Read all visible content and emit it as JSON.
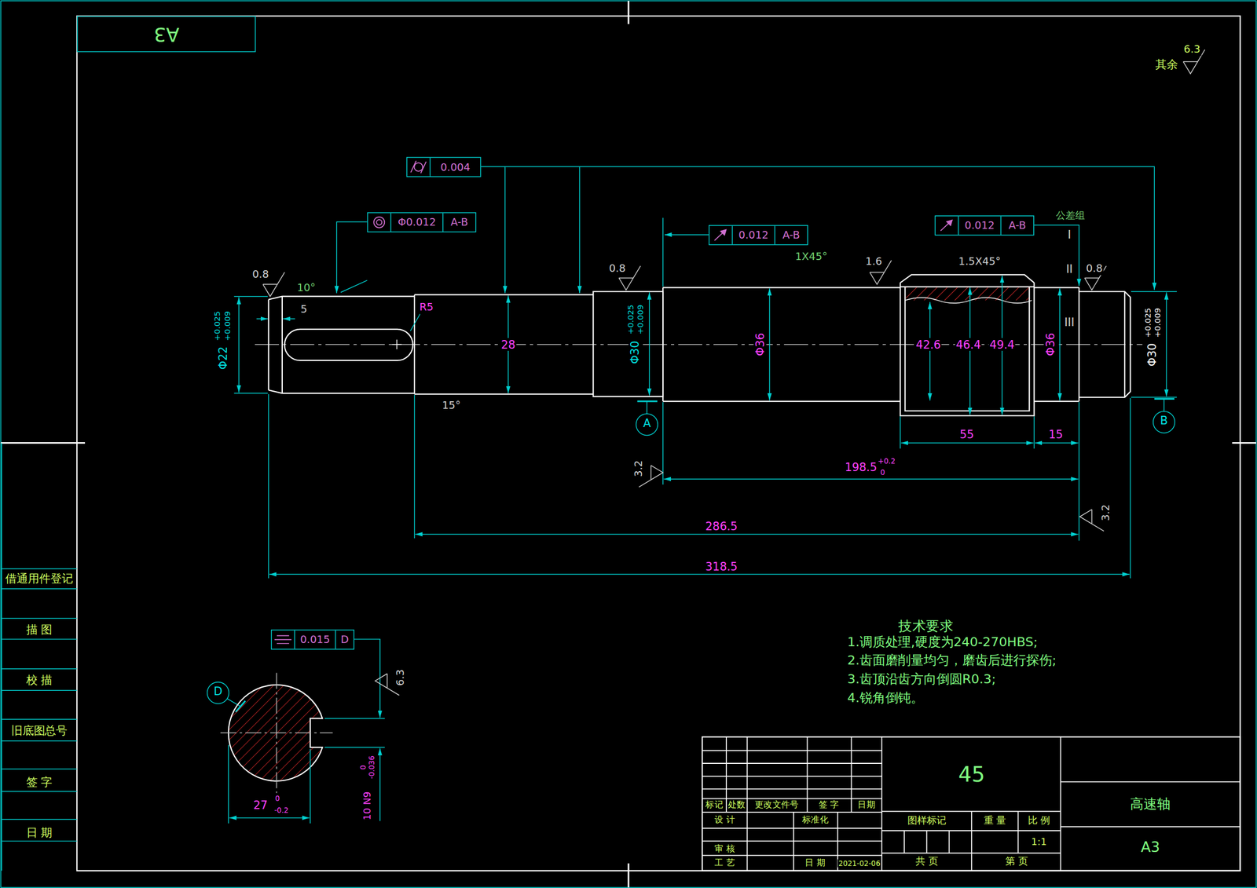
{
  "diagram": {
    "nodes": [
      {
        "text": [
          "A3"
        ]
      },
      {
        "text": [
          "0.004"
        ]
      },
      {
        "text": [
          "Φ0.012",
          "A-B"
        ]
      },
      {
        "text": [
          "0.012",
          "A-B"
        ]
      },
      {
        "text": [
          "0.012",
          "A-B"
        ]
      },
      {
        "text": [
          "A"
        ]
      },
      {
        "text": [
          "B"
        ]
      },
      {
        "text": [
          "0.015",
          "D"
        ]
      },
      {
        "text": [
          "D"
        ]
      }
    ],
    "labels": [
      "其余",
      "6.3",
      "0.8",
      "10°",
      "5",
      "R5",
      "Φ22",
      "+0.025",
      "+0.009",
      "28",
      "15°",
      "0.8",
      "Φ30",
      "+0.025",
      "+0.009",
      "1X45°",
      "Φ36",
      "1.6",
      "1.5X45°",
      "42.6",
      "46.4",
      "49.4",
      "Φ36",
      "公差组",
      "I",
      "II",
      "III",
      "0.8",
      "Φ30",
      "+0.025",
      "+0.009",
      "55",
      "15",
      "3.2",
      "198.5",
      "+0.2",
      "0",
      "3.2",
      "286.5",
      "318.5",
      "6.3",
      "27",
      "0",
      "-0.2",
      "10 N9",
      "0",
      "-0.036",
      "技术要求",
      "1.调质处理,硬度为240-270HBS;",
      "2.齿面磨削量均匀，磨齿后进行探伤;",
      "3.齿顶沿齿方向倒圆R0.3;",
      "4.锐角倒钝。",
      "借通用件登记",
      "描 图",
      "校 描",
      "旧底图总号",
      "签 字",
      "日 期",
      "45",
      "标记",
      "处数",
      "更改文件号",
      "签 字",
      "日期",
      "设 计",
      "标准化",
      "审 核",
      "工 艺",
      "日 期",
      "2021-02-06",
      "图样标记",
      "重 量",
      "比 例",
      "1:1",
      "共 页",
      "第 页",
      "高速轴",
      "A3"
    ]
  }
}
